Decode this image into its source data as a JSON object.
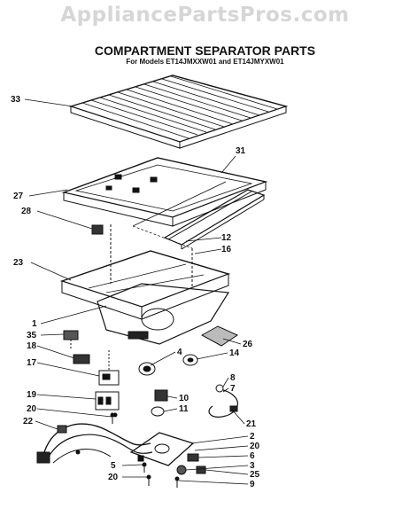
{
  "watermark": "AppliancePartsPros.com",
  "title": "COMPARTMENT SEPARATOR PARTS",
  "subtitle": "For Models ET14JMXXW01 and ET14JMYXW01",
  "callouts": [
    {
      "label": "33"
    },
    {
      "label": "31"
    },
    {
      "label": "27"
    },
    {
      "label": "28"
    },
    {
      "label": "12"
    },
    {
      "label": "16"
    },
    {
      "label": "23"
    },
    {
      "label": "1"
    },
    {
      "label": "35"
    },
    {
      "label": "26"
    },
    {
      "label": "4"
    },
    {
      "label": "14"
    },
    {
      "label": "18"
    },
    {
      "label": "8"
    },
    {
      "label": "17"
    },
    {
      "label": "7"
    },
    {
      "label": "10"
    },
    {
      "label": "19"
    },
    {
      "label": "11"
    },
    {
      "label": "20"
    },
    {
      "label": "22"
    },
    {
      "label": "21"
    },
    {
      "label": "2"
    },
    {
      "label": "20"
    },
    {
      "label": "6"
    },
    {
      "label": "5"
    },
    {
      "label": "3"
    },
    {
      "label": "20"
    },
    {
      "label": "25"
    },
    {
      "label": "9"
    }
  ]
}
